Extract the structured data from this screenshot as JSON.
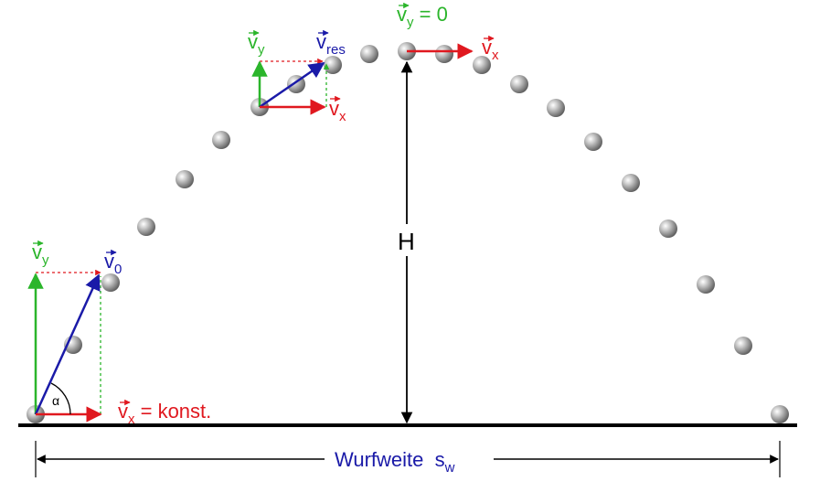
{
  "colors": {
    "green": "#2bb52b",
    "red": "#e0181f",
    "blue": "#1a1aa8",
    "black": "#000000",
    "ball": "#8c8c8c"
  },
  "labels": {
    "vy_start": {
      "main": "v",
      "sub": "y"
    },
    "v0": {
      "main": "v",
      "sub": "0"
    },
    "vx_const": {
      "main": "v",
      "sub": "x",
      "suffix": " = konst."
    },
    "alpha": "α",
    "vy_mid": {
      "main": "v",
      "sub": "y"
    },
    "vres": {
      "main": "v",
      "sub": "res"
    },
    "vx_mid": {
      "main": "v",
      "sub": "x"
    },
    "vy_zero": {
      "main": "v",
      "sub": "y",
      "suffix": " = 0"
    },
    "vx_top": {
      "main": "v",
      "sub": "x"
    },
    "height": "H",
    "range": {
      "main": "Wurfweite  s",
      "sub": "w"
    }
  }
}
